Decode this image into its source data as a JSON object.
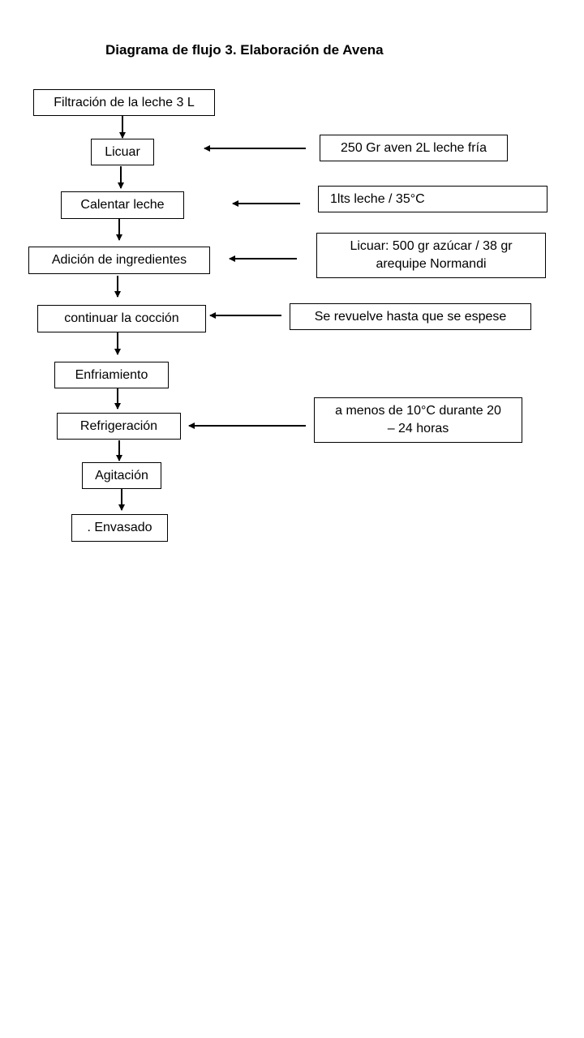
{
  "title": "Diagrama de flujo 3. Elaboración de Avena",
  "steps": [
    "Filtración de la leche 3 L",
    "Licuar",
    "Calentar leche",
    "Adición de ingredientes",
    "continuar la cocción",
    "Enfriamiento",
    "Refrigeración",
    "Agitación",
    ". Envasado"
  ],
  "notes": [
    "250 Gr aven 2L leche fría",
    "1lts leche / 35°C",
    "Licuar:  500 gr azúcar / 38 gr arequipe Normandi",
    "Se revuelve hasta que se espese",
    "a menos de 10°C durante 20 – 24 horas"
  ]
}
